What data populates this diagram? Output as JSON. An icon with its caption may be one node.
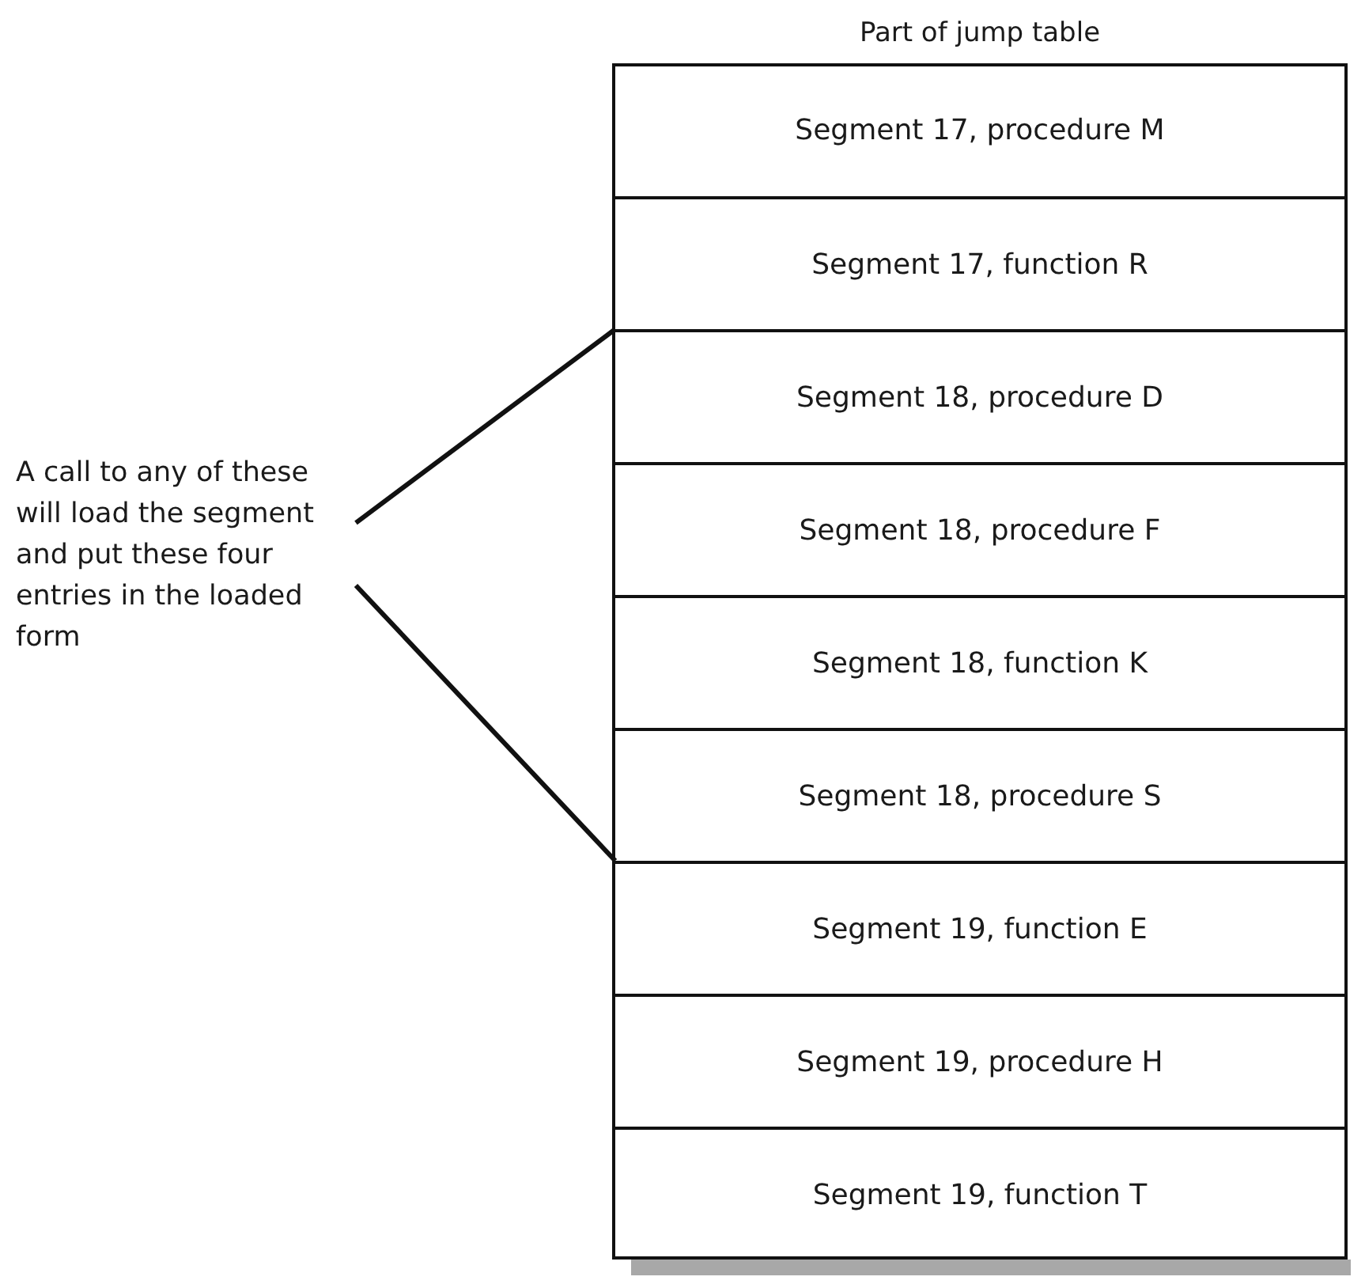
{
  "diagram": {
    "nodes": [
      {
        "text": [
          "Part of jump table"
        ]
      },
      {
        "text": [
          "Segment 17, procedure M"
        ],
        "in": 0
      },
      {
        "text": [
          "Segment 17, function R"
        ],
        "in": 0
      },
      {
        "text": [
          "Segment 18, procedure D"
        ],
        "in": 0
      },
      {
        "text": [
          "Segment 18, procedure F"
        ],
        "in": 0
      },
      {
        "text": [
          "Segment 18, function K"
        ],
        "in": 0
      },
      {
        "text": [
          "Segment 18, procedure S"
        ],
        "in": 0
      },
      {
        "text": [
          "Segment 19, function E"
        ],
        "in": 0
      },
      {
        "text": [
          "Segment 19, procedure H"
        ],
        "in": 0
      },
      {
        "text": [
          "Segment 19, function T"
        ],
        "in": 0
      },
      {
        "text": [
          "A call to any of these will load the segment and put these four entries in the loaded form"
        ]
      }
    ],
    "edges": [
      {
        "from": 10,
        "to": 3,
        "arrow": "none"
      },
      {
        "from": 10,
        "to": 6,
        "arrow": "none"
      }
    ]
  }
}
